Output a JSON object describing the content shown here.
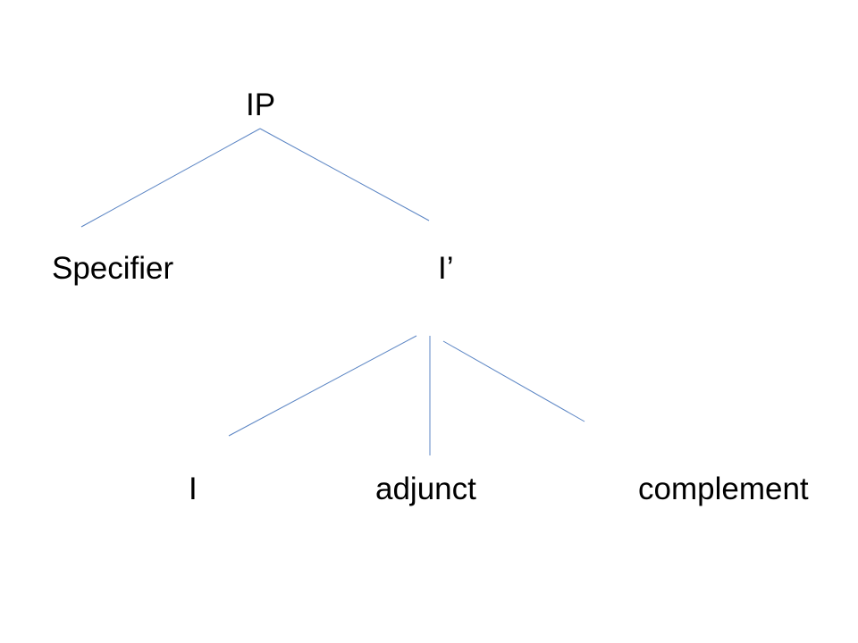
{
  "diagram": {
    "nodes": {
      "ip": "IP",
      "specifier": "Specifier",
      "ibar": "I’",
      "i": "I",
      "adjunct": "adjunct",
      "complement": "complement"
    },
    "edges": [
      {
        "from": "ip",
        "to": "specifier"
      },
      {
        "from": "ip",
        "to": "ibar"
      },
      {
        "from": "ibar",
        "to": "i"
      },
      {
        "from": "ibar",
        "to": "adjunct"
      },
      {
        "from": "ibar",
        "to": "complement"
      }
    ],
    "edge_color": "#5b85c4"
  }
}
